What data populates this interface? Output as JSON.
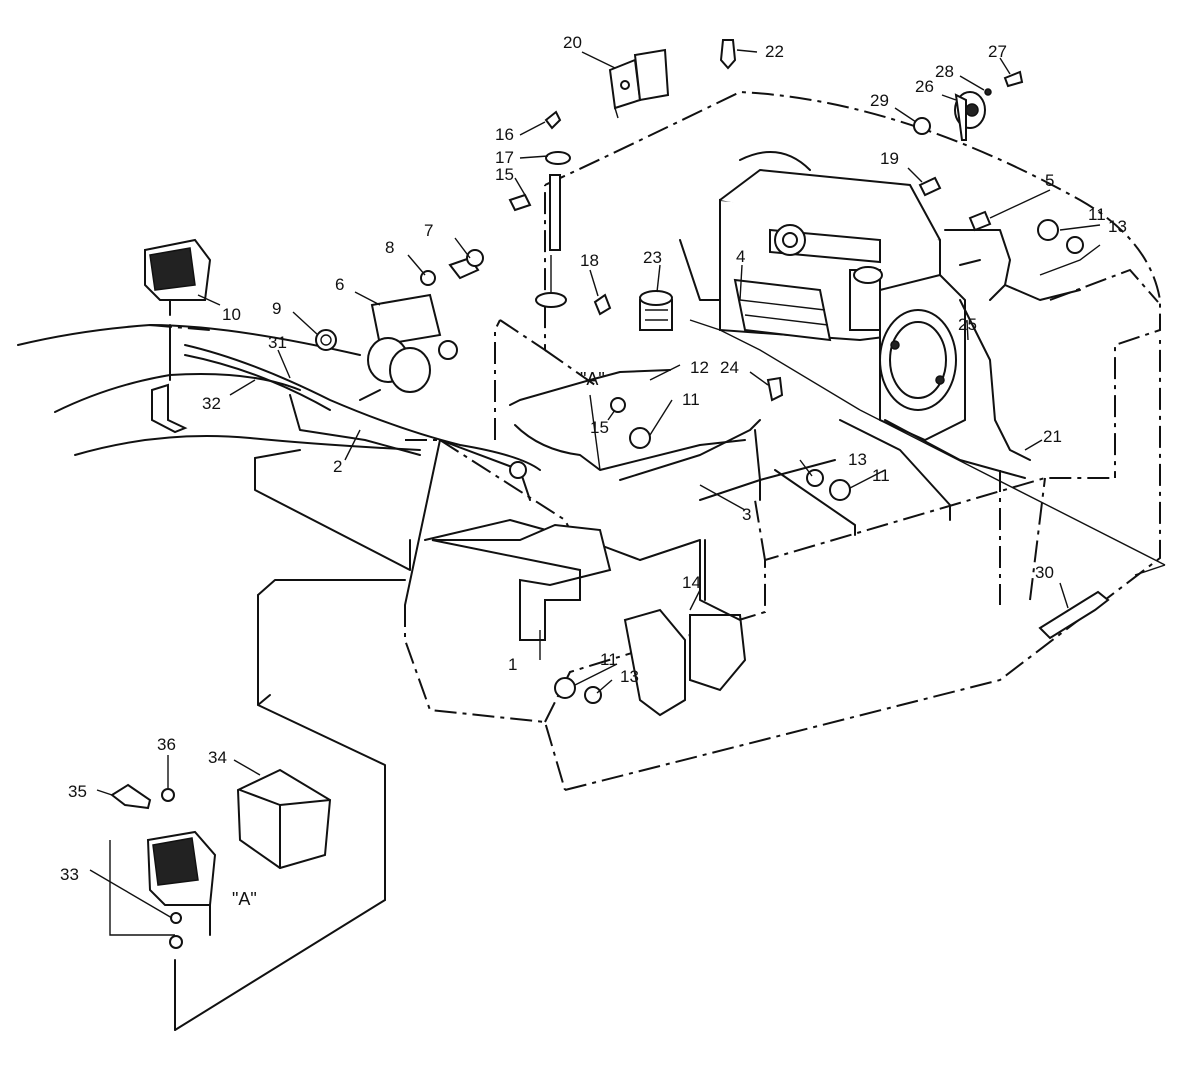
{
  "callouts": [
    {
      "id": "c1",
      "text": "1"
    },
    {
      "id": "c2",
      "text": "2"
    },
    {
      "id": "c3",
      "text": "3"
    },
    {
      "id": "c4",
      "text": "4"
    },
    {
      "id": "c5",
      "text": "5"
    },
    {
      "id": "c6",
      "text": "6"
    },
    {
      "id": "c7",
      "text": "7"
    },
    {
      "id": "c8",
      "text": "8"
    },
    {
      "id": "c9",
      "text": "9"
    },
    {
      "id": "c10",
      "text": "10"
    },
    {
      "id": "c11a",
      "text": "11"
    },
    {
      "id": "c11b",
      "text": "11"
    },
    {
      "id": "c11c",
      "text": "11"
    },
    {
      "id": "c11d",
      "text": "11"
    },
    {
      "id": "c12",
      "text": "12"
    },
    {
      "id": "c13a",
      "text": "13"
    },
    {
      "id": "c13b",
      "text": "13"
    },
    {
      "id": "c13c",
      "text": "13"
    },
    {
      "id": "c14",
      "text": "14"
    },
    {
      "id": "c15a",
      "text": "15"
    },
    {
      "id": "c15b",
      "text": "15"
    },
    {
      "id": "c16",
      "text": "16"
    },
    {
      "id": "c17",
      "text": "17"
    },
    {
      "id": "c18",
      "text": "18"
    },
    {
      "id": "c19",
      "text": "19"
    },
    {
      "id": "c20",
      "text": "20"
    },
    {
      "id": "c21",
      "text": "21"
    },
    {
      "id": "c22",
      "text": "22"
    },
    {
      "id": "c23",
      "text": "23"
    },
    {
      "id": "c24",
      "text": "24"
    },
    {
      "id": "c25",
      "text": "25"
    },
    {
      "id": "c26",
      "text": "26"
    },
    {
      "id": "c27",
      "text": "27"
    },
    {
      "id": "c28",
      "text": "28"
    },
    {
      "id": "c29",
      "text": "29"
    },
    {
      "id": "c30",
      "text": "30"
    },
    {
      "id": "c31",
      "text": "31"
    },
    {
      "id": "c32",
      "text": "32"
    },
    {
      "id": "c33",
      "text": "33"
    },
    {
      "id": "c34",
      "text": "34"
    },
    {
      "id": "c35",
      "text": "35"
    },
    {
      "id": "c36",
      "text": "36"
    }
  ],
  "detail_markers": {
    "view_a_upper": "\"A\"",
    "view_a_lower": "\"A\""
  }
}
